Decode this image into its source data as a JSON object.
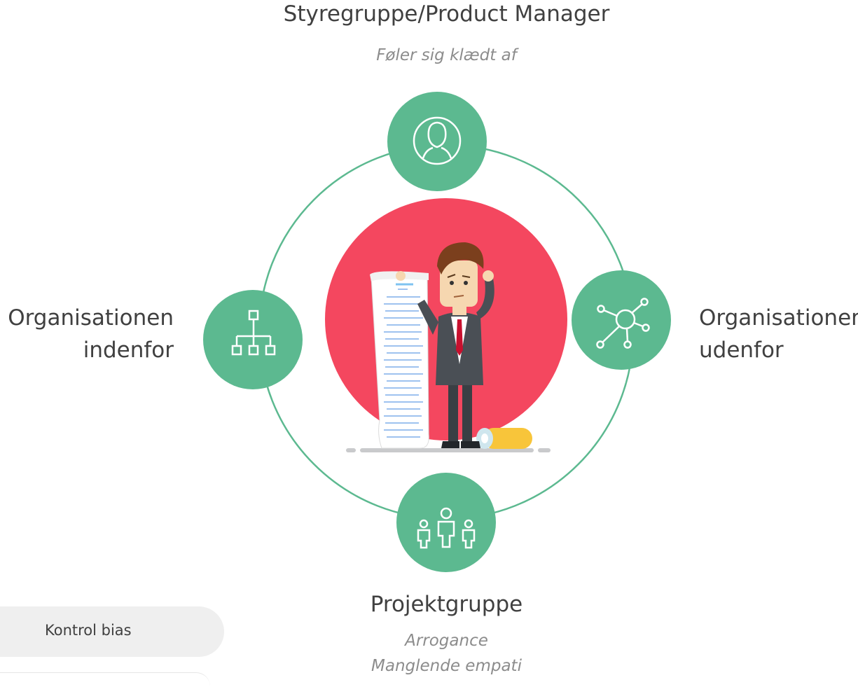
{
  "top": {
    "title": "Styregruppe/Product Manager",
    "subtitle": "Føler sig klædt af"
  },
  "left": {
    "line1": "Organisationen",
    "line2": "indenfor"
  },
  "right": {
    "line1": "Organisationer",
    "line2": "udenfor"
  },
  "bottom": {
    "title": "Projektgruppe",
    "subtitle_line1": "Arrogance",
    "subtitle_line2": "Manglende empati"
  },
  "tag": {
    "label": "Kontrol bias"
  },
  "icons": {
    "top": "person-icon",
    "left": "org-chart-icon",
    "right": "network-icon",
    "bottom": "team-icon",
    "center": "confused-businessman-illustration"
  },
  "colors": {
    "node": "#5cb990",
    "center": "#f4475f",
    "ring": "#5cb990"
  }
}
